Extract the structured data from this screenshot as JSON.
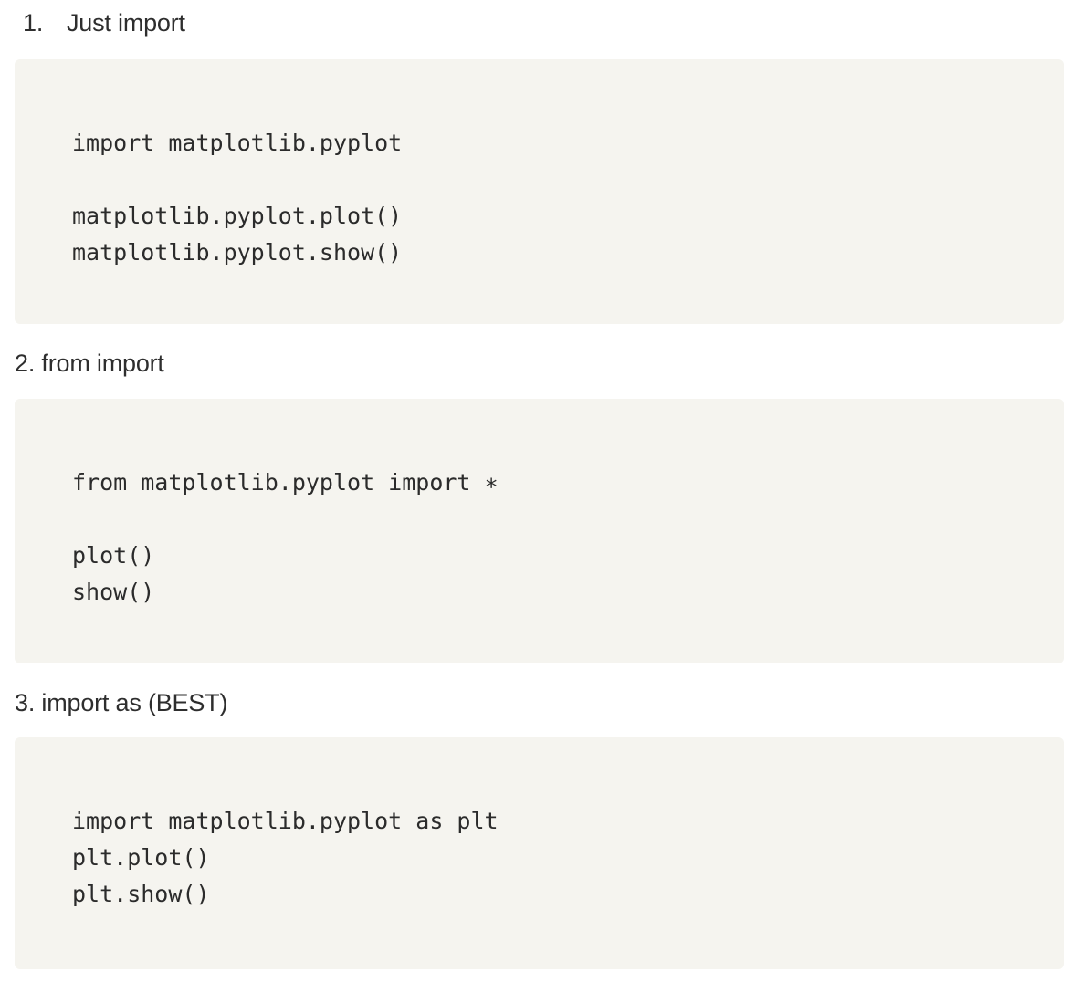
{
  "document": {
    "background_color": "#ffffff",
    "text_color": "#2b2b2b",
    "code_block_background": "#f5f4ef"
  },
  "sections": [
    {
      "id": "section-1",
      "heading_style": "ordered-list-item",
      "marker": "1.",
      "heading": "Just import",
      "code_lines": [
        "import matplotlib.pyplot",
        "",
        "matplotlib.pyplot.plot()",
        "matplotlib.pyplot.show()"
      ]
    },
    {
      "id": "section-2",
      "heading_style": "plain-text",
      "marker": "",
      "heading": "2. from import",
      "code_lines": [
        "from matplotlib.pyplot import ∗",
        "",
        "plot()",
        "show()"
      ]
    },
    {
      "id": "section-3",
      "heading_style": "plain-text",
      "marker": "",
      "heading": "3. import as (BEST)",
      "code_lines": [
        "import matplotlib.pyplot as plt",
        "plt.plot()",
        "plt.show()"
      ]
    }
  ]
}
